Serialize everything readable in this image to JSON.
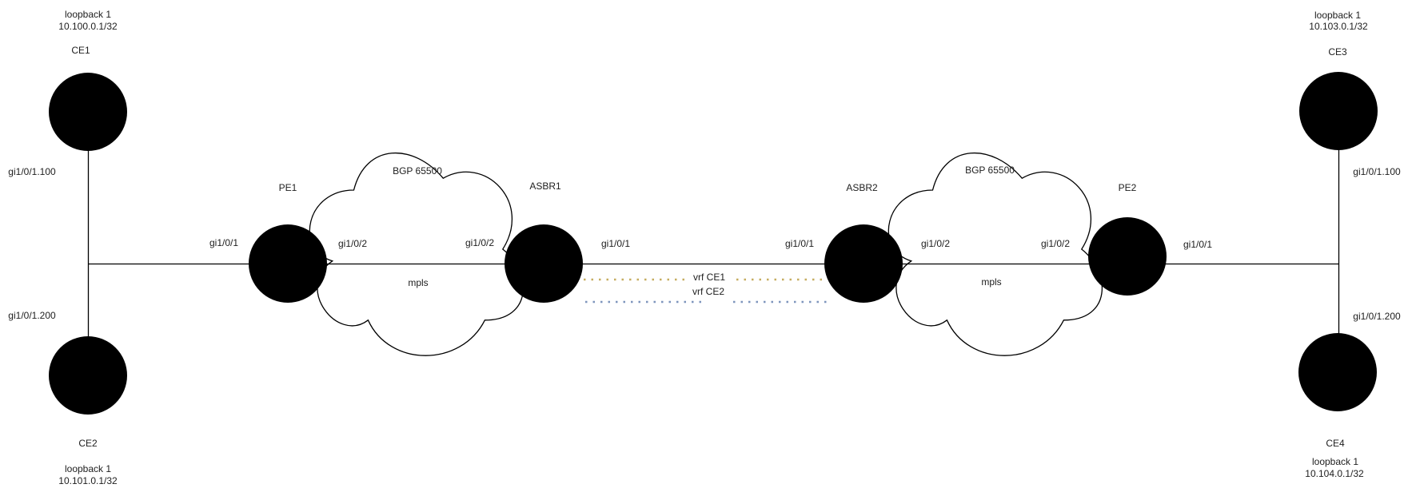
{
  "diagram": {
    "type": "network-topology",
    "colors": {
      "ce_yellow_fill": "#FBF1D4",
      "ce_yellow_stroke": "#D3B66F",
      "ce_blue_fill": "#DAE8FC",
      "ce_blue_stroke": "#6C8EBF",
      "core_router_color": "#14587A",
      "vrf_ce1_line": "#C6AD60",
      "vrf_ce2_line": "#7D94BC",
      "link_line": "#000000"
    },
    "nodes": {
      "ce1": {
        "name": "CE1",
        "loopback": "loopback 1",
        "ip": "10.100.0.1/32",
        "interface": "gi1/0/1.100"
      },
      "ce2": {
        "name": "CE2",
        "loopback": "loopback 1",
        "ip": "10.101.0.1/32",
        "interface": "gi1/0/1.200"
      },
      "ce3": {
        "name": "CE3",
        "loopback": "loopback 1",
        "ip": "10.103.0.1/32",
        "interface": "gi1/0/1.100"
      },
      "ce4": {
        "name": "CE4",
        "loopback": "loopback 1",
        "ip": "10.104.0.1/32",
        "interface": "gi1/0/1.200"
      },
      "pe1": {
        "name": "PE1",
        "if_left": "gi1/0/1",
        "if_right": "gi1/0/2"
      },
      "asbr1": {
        "name": "ASBR1",
        "if_left": "gi1/0/2",
        "if_right": "gi1/0/1"
      },
      "asbr2": {
        "name": "ASBR2",
        "if_left": "gi1/0/1",
        "if_right": "gi1/0/2"
      },
      "pe2": {
        "name": "PE2",
        "if_left": "gi1/0/2",
        "if_right": "gi1/0/1"
      }
    },
    "clouds": {
      "left": {
        "label": "BGP 65500",
        "sublabel": "mpls"
      },
      "right": {
        "label": "BGP 65500",
        "sublabel": "mpls"
      }
    },
    "vrf_links": {
      "vrf1": "vrf CE1",
      "vrf2": "vrf CE2"
    }
  }
}
